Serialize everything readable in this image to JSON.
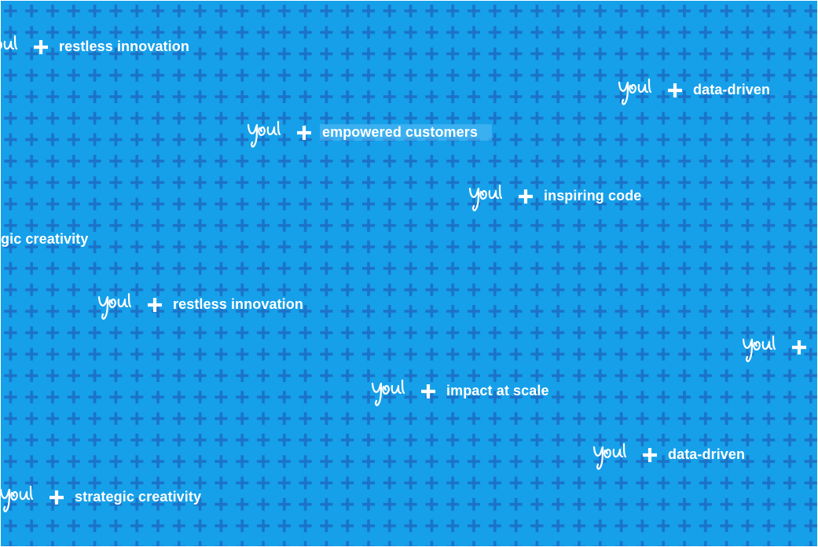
{
  "pattern": {
    "background_color": "#16a0ea",
    "plus_color": "#1b73c7"
  },
  "brand_word": "you",
  "tags": [
    {
      "text": "restless innovation"
    },
    {
      "text": "data-driven"
    },
    {
      "text": "empowered customers"
    },
    {
      "text": "inspiring code"
    },
    {
      "text": "gic creativity"
    },
    {
      "text": "restless innovation"
    },
    {
      "text": ""
    },
    {
      "text": "impact at scale"
    },
    {
      "text": "data-driven"
    },
    {
      "text": "strategic creativity"
    }
  ]
}
